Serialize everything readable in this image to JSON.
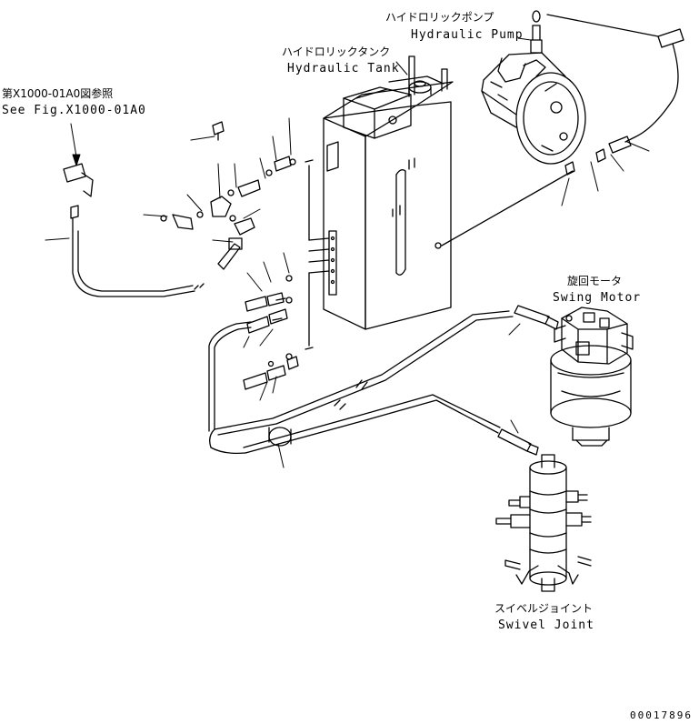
{
  "labels": {
    "hydraulic_pump": {
      "jp": "ハイドロリックポンプ",
      "en": "Hydraulic Pump"
    },
    "hydraulic_tank": {
      "jp": "ハイドロリックタンク",
      "en": "Hydraulic Tank"
    },
    "see_fig": {
      "jp": "第X1000-01A0図参照",
      "en": "See Fig.X1000-01A0"
    },
    "swing_motor": {
      "jp": "旋回モータ",
      "en": "Swing Motor"
    },
    "swivel_joint": {
      "jp": "スイベルジョイント",
      "en": "Swivel Joint"
    }
  },
  "figure_number": "00017896"
}
